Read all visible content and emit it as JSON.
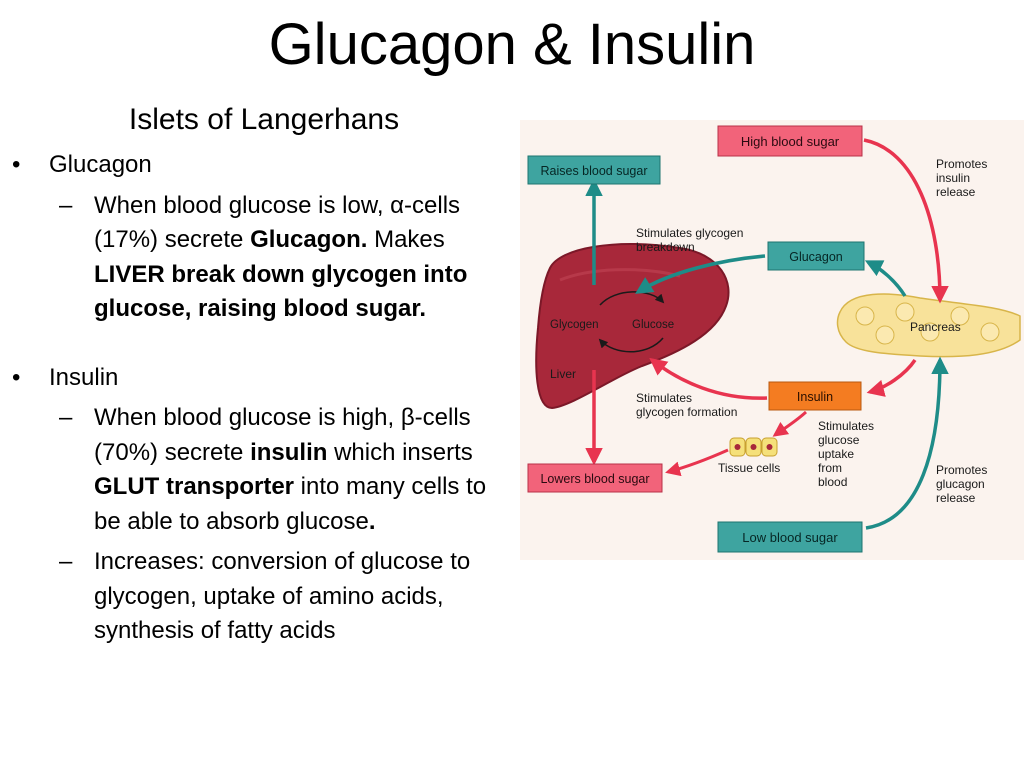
{
  "slide": {
    "title": "Glucagon & Insulin",
    "subtitle": "Islets of Langerhans"
  },
  "bullets": {
    "glucagon": {
      "label": "Glucagon",
      "sub1": {
        "t1": "When blood glucose is low, α-cells (17%) secrete ",
        "b1": "Glucagon.",
        "t2": " Makes ",
        "b2": "LIVER break down glycogen into glucose, raising blood sugar."
      }
    },
    "insulin": {
      "label": "Insulin",
      "sub1": {
        "t1": "When blood glucose is high, β-cells (70%) secrete ",
        "b1": "insulin",
        "t2": " which inserts ",
        "b2": "GLUT transporter",
        "t3": " into many cells to be able to absorb glucose",
        "b3": "."
      },
      "sub2": {
        "t1": "Increases:  conversion of glucose to glycogen, uptake of amino acids, synthesis of fatty acids"
      }
    }
  },
  "diagram": {
    "boxes": {
      "high_blood_sugar": "High blood sugar",
      "raises_blood_sugar": "Raises blood sugar",
      "glucagon": "Glucagon",
      "insulin": "Insulin",
      "lowers_blood_sugar": "Lowers blood sugar",
      "low_blood_sugar": "Low blood sugar"
    },
    "labels": {
      "promotes_insulin_release": [
        "Promotes",
        "insulin",
        "release"
      ],
      "stimulates_glycogen_breakdown": [
        "Stimulates glycogen",
        "breakdown"
      ],
      "glycogen": "Glycogen",
      "glucose": "Glucose",
      "liver": "Liver",
      "pancreas": "Pancreas",
      "stimulates_glycogen_formation": [
        "Stimulates",
        "glycogen formation"
      ],
      "stimulates_glucose_uptake": [
        "Stimulates",
        "glucose",
        "uptake",
        "from",
        "blood"
      ],
      "tissue_cells": "Tissue cells",
      "promotes_glucagon_release": [
        "Promotes",
        "glucagon",
        "release"
      ]
    },
    "colors": {
      "pink_box": "#f2637a",
      "teal_box": "#3ea4a0",
      "orange_box": "#f47c21",
      "red_arrow": "#e8344f",
      "teal_arrow": "#1e8c88",
      "liver": "#a8283a",
      "pancreas": "#f8e29a",
      "background": "#fbf3ee"
    }
  }
}
